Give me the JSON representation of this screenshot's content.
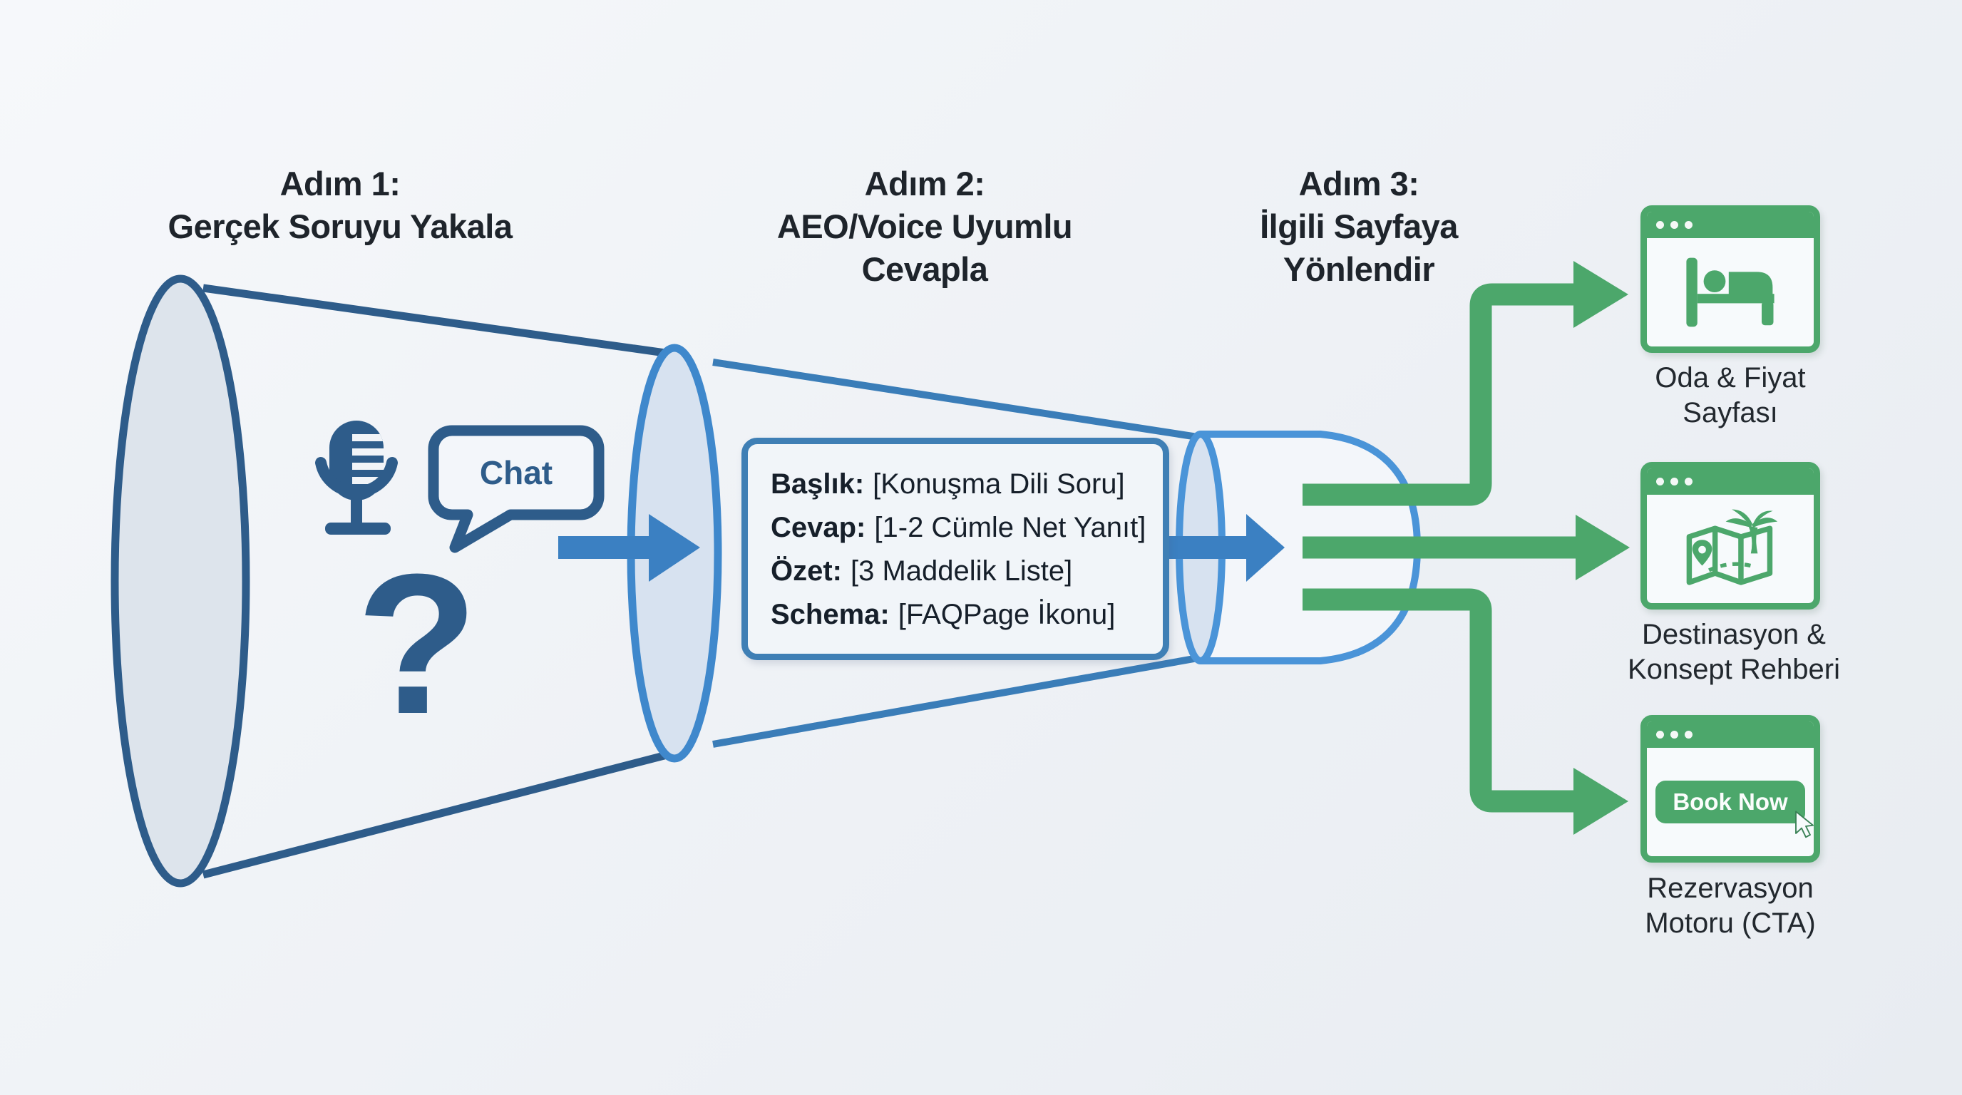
{
  "titles": {
    "step1": {
      "line1": "Adım 1:",
      "line2": "Gerçek Soruyu Yakala"
    },
    "step2": {
      "line1": "Adım 2:",
      "line2": "AEO/Voice Uyumlu",
      "line3": "Cevapla"
    },
    "step3": {
      "line1": "Adım 3:",
      "line2": "İlgili Sayfaya",
      "line3": "Yönlendir"
    }
  },
  "funnel": {
    "chat_label": "Chat",
    "question_mark": "?",
    "input_icons": [
      "microphone-icon",
      "chat-bubble-icon",
      "question-mark"
    ]
  },
  "answer_card": {
    "lines": [
      {
        "label": "Başlık:",
        "value": "[Konuşma Dili Soru]"
      },
      {
        "label": "Cevap:",
        "value": "[1-2 Cümle Net Yanıt]"
      },
      {
        "label": "Özet:",
        "value": "[3 Maddelik Liste]"
      },
      {
        "label": "Schema:",
        "value": "[FAQPage İkonu]"
      }
    ]
  },
  "destinations": [
    {
      "icon": "bed-icon",
      "label_line1": "Oda & Fiyat",
      "label_line2": "Sayfası"
    },
    {
      "icon": "map-icon",
      "label_line1": "Destinasyon &",
      "label_line2": "Konsept Rehberi"
    },
    {
      "icon": "book-now-button",
      "button_label": "Book Now",
      "label_line1": "Rezervasyon",
      "label_line2": "Motoru (CTA)"
    }
  ],
  "colors": {
    "green": "#4ca76b",
    "blue_arrow": "#3b80c2",
    "funnel_dark": "#2e5c8a",
    "funnel_light": "#4a94d8",
    "card_border": "#3f7fb5",
    "text_dark": "#1e242b",
    "ellipse_fill": "#d7e2f0"
  }
}
